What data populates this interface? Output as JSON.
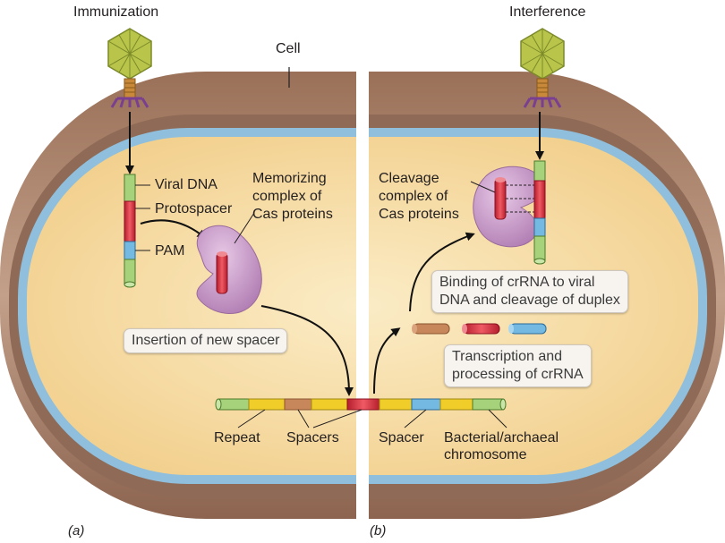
{
  "labels": {
    "immunization": "Immunization",
    "interference": "Interference",
    "cell": "Cell",
    "viral_dna": "Viral DNA",
    "protospacer": "Protospacer",
    "pam": "PAM",
    "memorizing_line1": "Memorizing",
    "memorizing_line2": "complex of",
    "memorizing_line3": "Cas proteins",
    "cleavage_line1": "Cleavage",
    "cleavage_line2": "complex of",
    "cleavage_line3": "Cas proteins",
    "repeat": "Repeat",
    "spacers": "Spacers",
    "spacer": "Spacer",
    "chromosome_line1": "Bacterial/archaeal",
    "chromosome_line2": "chromosome",
    "panel_a": "(a)",
    "panel_b": "(b)"
  },
  "boxes": {
    "insertion": "Insertion of new spacer",
    "binding_line1": "Binding of crRNA to viral",
    "binding_line2": "DNA and cleavage of duplex",
    "transcription_line1": "Transcription and",
    "transcription_line2": "processing of crRNA"
  },
  "colors": {
    "cell_wall": "#a88068",
    "membrane": "#8fbfdc",
    "cytoplasm": "#f6dba0",
    "repeat_green": "#a6d27c",
    "spacer_brown": "#c8875a",
    "spacer_yellow": "#f1cd2a",
    "spacer_red": "#d72b3a",
    "spacer_blue": "#74b9e2",
    "cas_protein": "#c89ac8",
    "phage_capsid": "#b9c54a",
    "phage_legs": "#7a3f91"
  }
}
